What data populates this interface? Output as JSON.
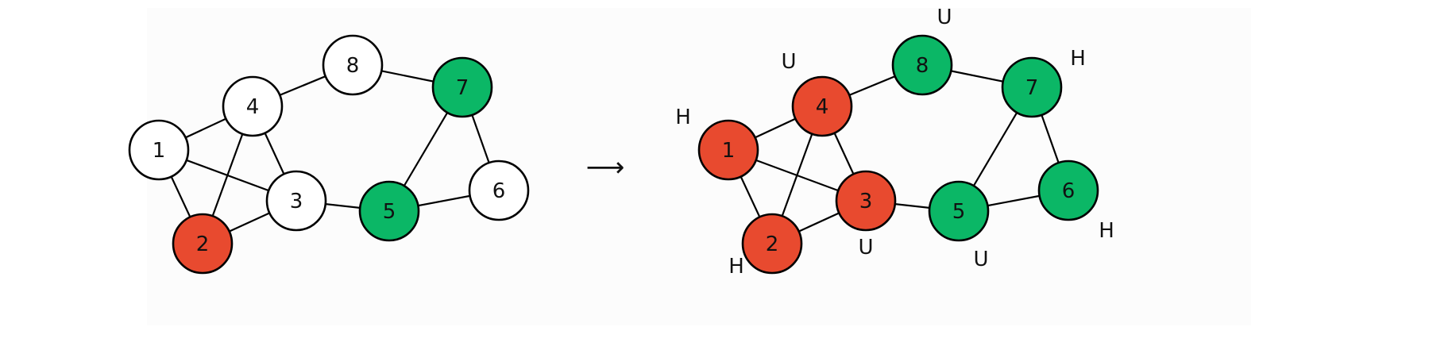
{
  "colors": {
    "red": "#e84a2f",
    "green": "#0bb766",
    "white": "#ffffff"
  },
  "edges": [
    [
      1,
      4
    ],
    [
      1,
      3
    ],
    [
      1,
      2
    ],
    [
      2,
      4
    ],
    [
      2,
      3
    ],
    [
      4,
      3
    ],
    [
      4,
      8
    ],
    [
      8,
      7
    ],
    [
      7,
      5
    ],
    [
      7,
      6
    ],
    [
      5,
      6
    ],
    [
      3,
      5
    ]
  ],
  "before": {
    "nodes": [
      {
        "id": "1",
        "color": "white"
      },
      {
        "id": "2",
        "color": "red"
      },
      {
        "id": "3",
        "color": "white"
      },
      {
        "id": "4",
        "color": "white"
      },
      {
        "id": "5",
        "color": "green"
      },
      {
        "id": "6",
        "color": "white"
      },
      {
        "id": "7",
        "color": "green"
      },
      {
        "id": "8",
        "color": "white"
      }
    ]
  },
  "arrow": "⟶",
  "after": {
    "nodes": [
      {
        "id": "1",
        "color": "red",
        "tag": "H"
      },
      {
        "id": "2",
        "color": "red",
        "tag": "H"
      },
      {
        "id": "3",
        "color": "red",
        "tag": "U"
      },
      {
        "id": "4",
        "color": "red",
        "tag": "U"
      },
      {
        "id": "5",
        "color": "green",
        "tag": "U"
      },
      {
        "id": "6",
        "color": "green",
        "tag": "H"
      },
      {
        "id": "7",
        "color": "green",
        "tag": "H"
      },
      {
        "id": "8",
        "color": "green",
        "tag": "U"
      }
    ]
  }
}
